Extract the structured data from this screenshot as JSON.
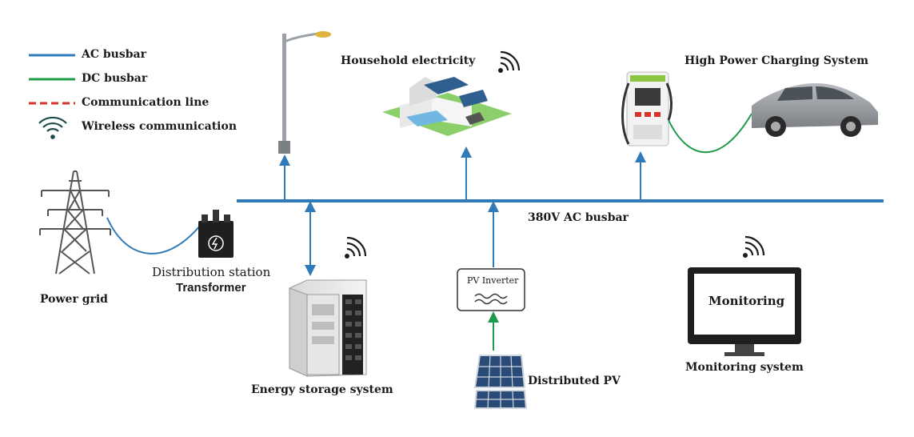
{
  "legend": {
    "items": [
      {
        "label": "AC busbar",
        "color": "#2f7ab8",
        "style": "solid"
      },
      {
        "label": "DC busbar",
        "color": "#1e9a48",
        "style": "solid"
      },
      {
        "label": "Communication line",
        "color": "#d9322b",
        "style": "dashed"
      },
      {
        "label": "Wireless communication",
        "color": "#1c4a4a",
        "style": "wifi-icon"
      }
    ]
  },
  "labels": {
    "household": "Household electricity",
    "charging": "High Power Charging System",
    "busbar": "380V AC busbar",
    "power_grid": "Power grid",
    "distribution_station": "Distribution station",
    "transformer": "Transformer",
    "energy_storage": "Energy storage system",
    "pv_inverter": "PV Inverter",
    "distributed_pv": "Distributed PV",
    "monitoring": "Monitoring",
    "monitoring_system": "Monitoring system"
  },
  "colors": {
    "ac_busbar": "#2f7ab8",
    "dc_busbar": "#1e9a48",
    "communication": "#d9322b",
    "wireless": "#1c4a4a"
  }
}
